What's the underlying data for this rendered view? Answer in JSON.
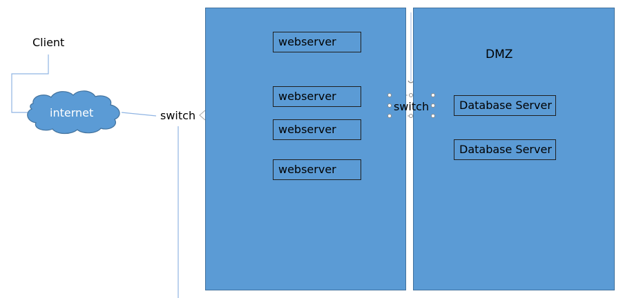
{
  "client_label": "Client",
  "internet_label": "internet",
  "switch_left_label": "switch",
  "switch_middle_label": "switch",
  "dmz_label": "DMZ",
  "webservers": [
    "webserver",
    "webserver",
    "webserver",
    "webserver"
  ],
  "database_servers": [
    "Database Server",
    "Database Server"
  ],
  "colors": {
    "panel_fill": "#5b9bd5",
    "panel_border": "#41719c",
    "connector": "#8fb4e3"
  }
}
